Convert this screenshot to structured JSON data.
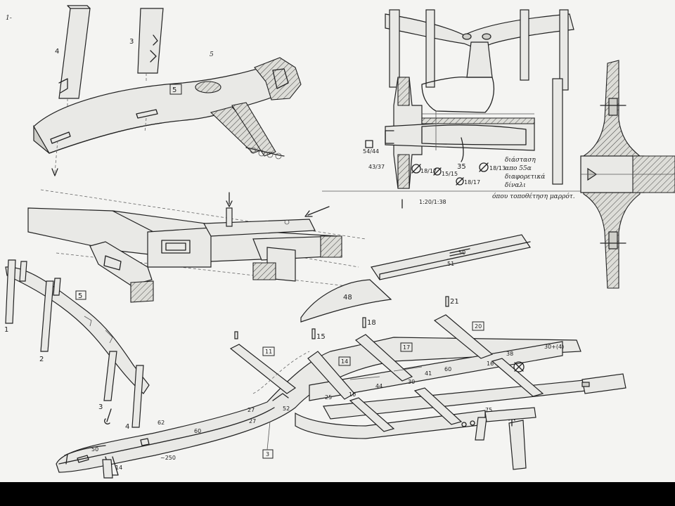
{
  "sheet": {
    "page_mark": "1-",
    "part_labels": {
      "stake_4": "4",
      "stake_3": "3",
      "part_5_faint": "5",
      "part_5_box": "5",
      "side_5_box": "5",
      "stake_1": "1",
      "stake_2": "2",
      "stake_3b": "3",
      "stake_4b": "4",
      "part_35": "35",
      "part_50": "50",
      "part_51": "51",
      "part_48": "48",
      "part_11": "11",
      "part_14": "14",
      "part_15": "15",
      "part_17": "17",
      "part_18": "18",
      "part_20": "20",
      "part_21": "21",
      "part_3_box": "3",
      "part_62": "62"
    },
    "dimensions": {
      "d_1": "54/44",
      "d_2": "43/37",
      "d_3": "18/17",
      "d_4": "15/15",
      "d_5": "18/17",
      "d_6": "18/13",
      "scale": "1:20/1:38",
      "frame_27a": "27",
      "frame_27b": "27",
      "frame_52": "52",
      "frame_25": "25",
      "frame_10": "10",
      "frame_44": "44",
      "frame_30": "30",
      "frame_41": "41",
      "frame_60": "60",
      "frame_16": "16",
      "frame_38": "38",
      "frame_30x": "30+(4)",
      "frame_75": "75",
      "frame_250": "~250",
      "frame_60b": "60",
      "frame_50": "50",
      "frame_14": "14"
    },
    "notes": {
      "note_line_1": "διάσταση",
      "note_line_2": "απο 55α",
      "note_line_3": "διαφορετικά",
      "note_line_4": "δίναλι",
      "note_line_5": "όπου τοποθέτηση μαρρότ."
    }
  }
}
